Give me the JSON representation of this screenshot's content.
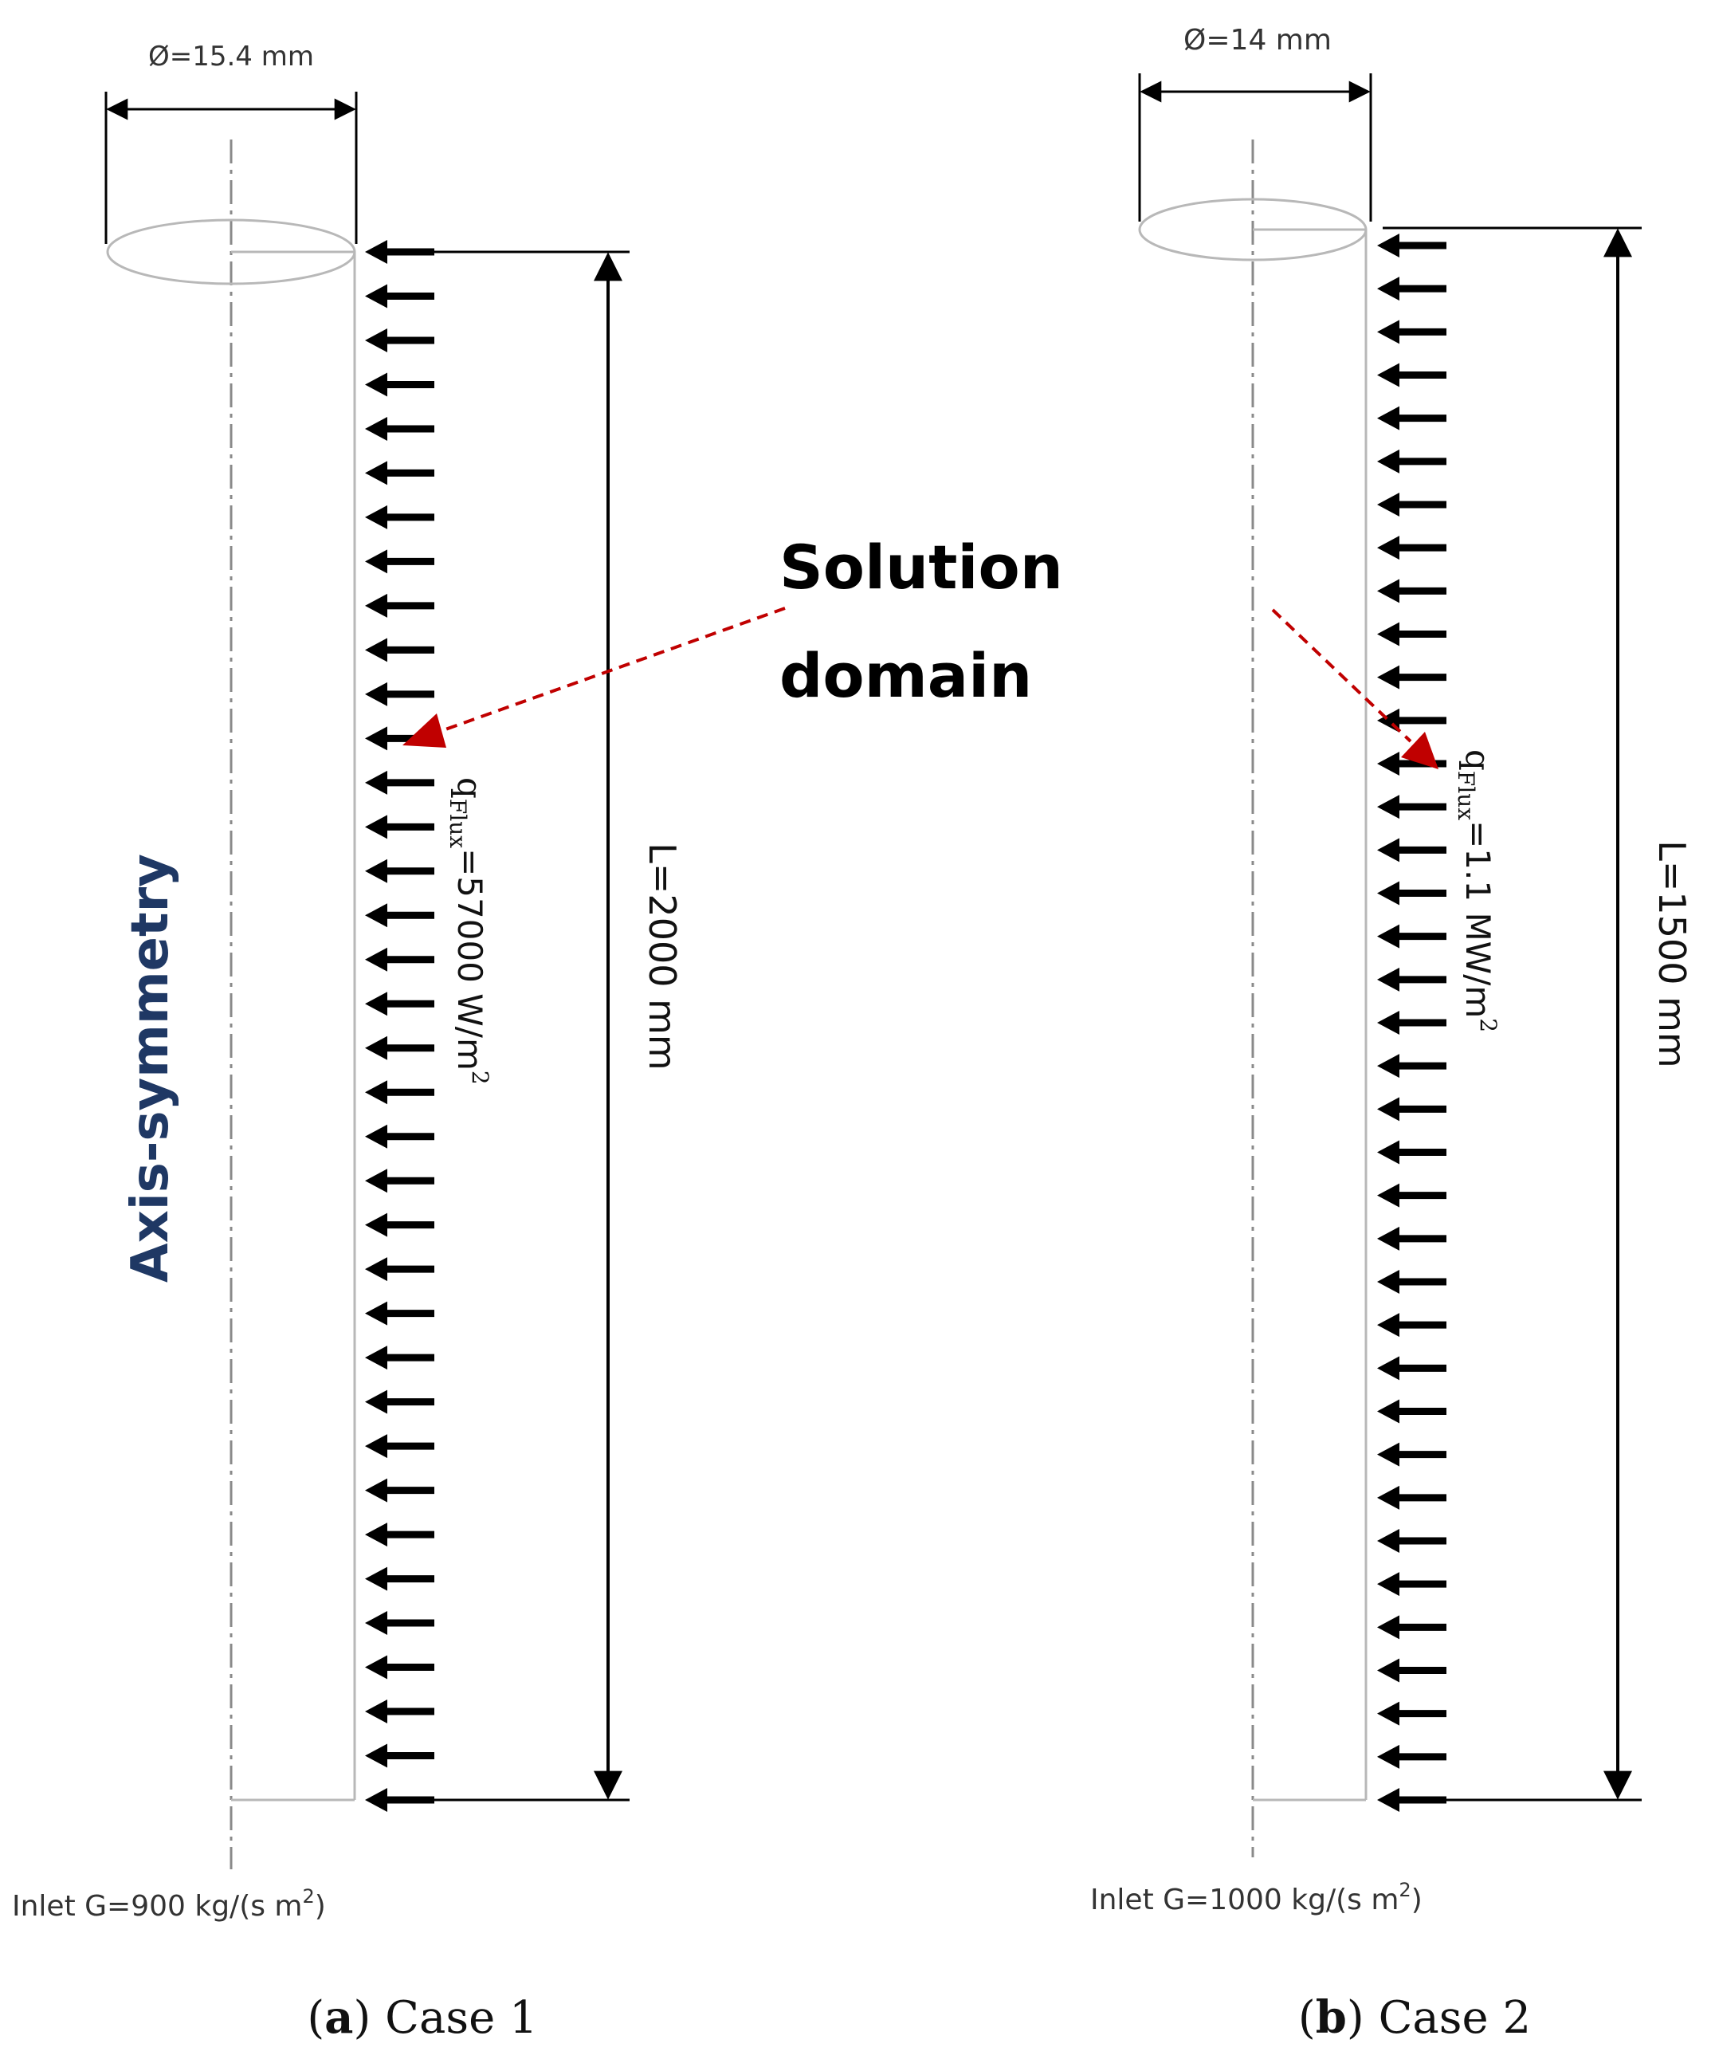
{
  "colors": {
    "outline": "#b8b8b8",
    "arrow": "#000000",
    "pointer": "#c00000",
    "axis_label": "#1f3864",
    "text": "#333333"
  },
  "annotation": {
    "line1": "Solution",
    "line2": "domain"
  },
  "case1": {
    "diameter": "Ø=15.4 mm",
    "length": "L=2000 mm",
    "flux_q": "q",
    "flux_sub": "Flux",
    "flux_value": "=57000 W/m",
    "flux_sup": "2",
    "inlet_text": "Inlet G=900 kg/(s m",
    "inlet_sup": "2",
    "inlet_close": ")",
    "axis_label": "Axis-symmetry",
    "caption_letter": "a",
    "caption_text": " Case 1"
  },
  "case2": {
    "diameter": "Ø=14 mm",
    "length": "L=1500 mm",
    "flux_q": "q",
    "flux_sub": "Flux",
    "flux_value": "=1.1 MW/m",
    "flux_sup": "2",
    "inlet_text": "Inlet G=1000 kg/(s m",
    "inlet_sup": "2",
    "inlet_close": ")",
    "caption_letter": "b",
    "caption_text": " Case 2"
  }
}
